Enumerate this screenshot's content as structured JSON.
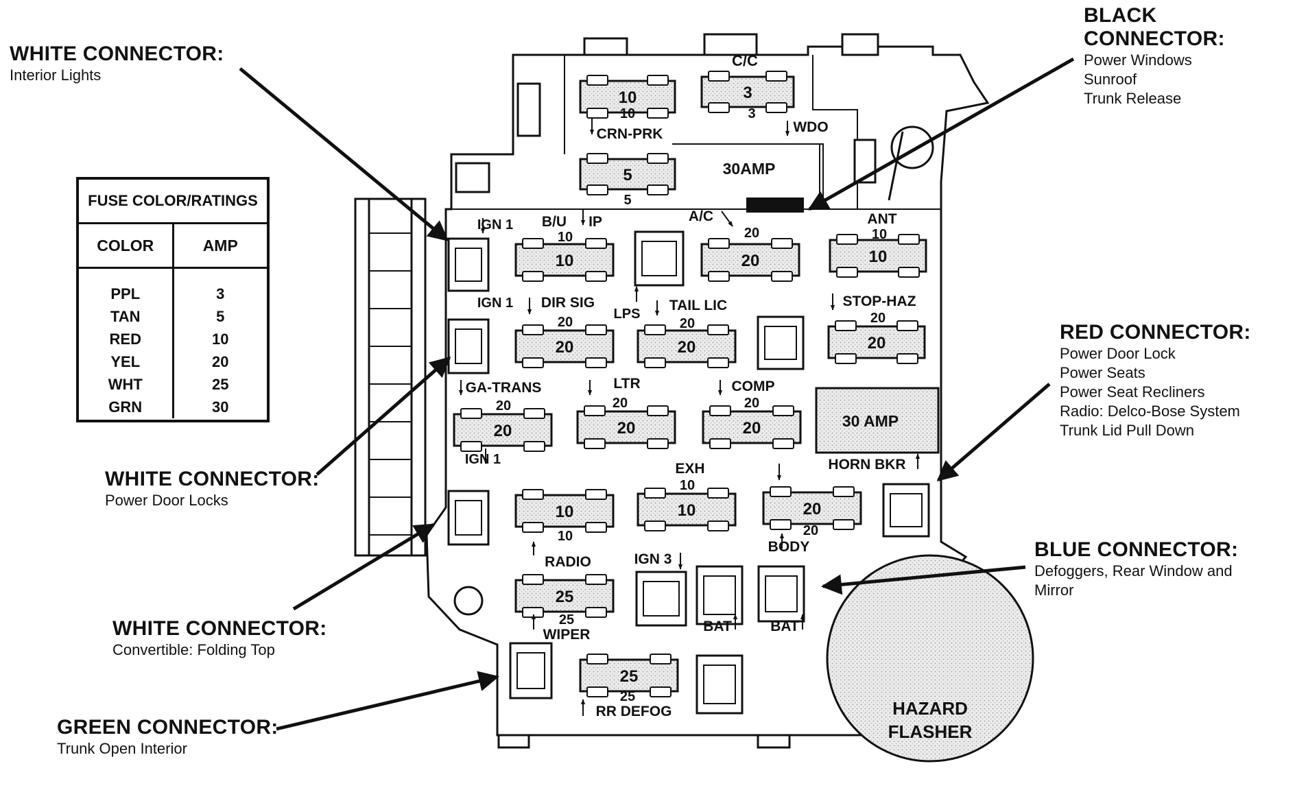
{
  "callouts": {
    "black": {
      "title": "BLACK CONNECTOR:",
      "lines": [
        "Power Windows",
        "Sunroof",
        "Trunk Release"
      ]
    },
    "white_interior": {
      "title": "WHITE CONNECTOR:",
      "lines": [
        "Interior Lights"
      ]
    },
    "red": {
      "title": "RED CONNECTOR:",
      "lines": [
        "Power Door Lock",
        "Power Seats",
        "Power Seat Recliners",
        "Radio:  Delco-Bose System",
        "Trunk Lid Pull Down"
      ]
    },
    "white_doorlocks": {
      "title": "WHITE CONNECTOR:",
      "lines": [
        "Power Door Locks"
      ]
    },
    "blue": {
      "title": "BLUE CONNECTOR:",
      "lines": [
        "Defoggers, Rear Window and",
        "Mirror"
      ]
    },
    "white_convertible": {
      "title": "WHITE CONNECTOR:",
      "lines": [
        "Convertible:  Folding Top"
      ]
    },
    "green": {
      "title": "GREEN CONNECTOR:",
      "lines": [
        "Trunk Open Interior"
      ]
    }
  },
  "fuse_table": {
    "title": "FUSE COLOR/RATINGS",
    "col_color": "COLOR",
    "col_amp": "AMP",
    "rows": [
      {
        "color": "PPL",
        "amp": "3"
      },
      {
        "color": "TAN",
        "amp": "5"
      },
      {
        "color": "RED",
        "amp": "10"
      },
      {
        "color": "YEL",
        "amp": "20"
      },
      {
        "color": "WHT",
        "amp": "25"
      },
      {
        "color": "GRN",
        "amp": "30"
      }
    ]
  },
  "fuses": [
    {
      "id": "crn-prk",
      "value": "10"
    },
    {
      "id": "wdo",
      "value": "3"
    },
    {
      "id": "small-5",
      "value": "5"
    },
    {
      "id": "bu-ip",
      "value": "10"
    },
    {
      "id": "ac",
      "value": "20"
    },
    {
      "id": "ant",
      "value": "10"
    },
    {
      "id": "dir-sig",
      "value": "20"
    },
    {
      "id": "tail-lic",
      "value": "20"
    },
    {
      "id": "stop-haz",
      "value": "20"
    },
    {
      "id": "ga-trans",
      "value": "20"
    },
    {
      "id": "ltr",
      "value": "20"
    },
    {
      "id": "comp",
      "value": "20"
    },
    {
      "id": "row5-a",
      "value": "10"
    },
    {
      "id": "exh",
      "value": "10"
    },
    {
      "id": "body",
      "value": "20"
    },
    {
      "id": "radio-wiper",
      "value": "25"
    },
    {
      "id": "rr-defog",
      "value": "25"
    }
  ],
  "labels": {
    "cc": "C/C",
    "crn_prk": "CRN-PRK",
    "wdo": "WDO",
    "amp30_top": "30AMP",
    "ign1_a": "IGN 1",
    "bu": "B/U",
    "ip": "IP",
    "ac": "A/C",
    "ant": "ANT",
    "ign1_b": "IGN 1",
    "dir_sig": "DIR SIG",
    "lps": "LPS",
    "tail_lic": "TAIL LIC",
    "stop_haz": "STOP-HAZ",
    "ga_trans": "GA-TRANS",
    "ltr": "LTR",
    "comp": "COMP",
    "amp30_mid": "30 AMP",
    "horn_bkr": "HORN BKR",
    "ign1_c": "IGN 1",
    "exh": "EXH",
    "body": "BODY",
    "radio": "RADIO",
    "ign3": "IGN 3",
    "wiper": "WIPER",
    "bat_a": "BAT",
    "bat_b": "BAT",
    "rr_defog": "RR DEFOG",
    "hazard": "HAZARD",
    "flasher": "FLASHER"
  }
}
